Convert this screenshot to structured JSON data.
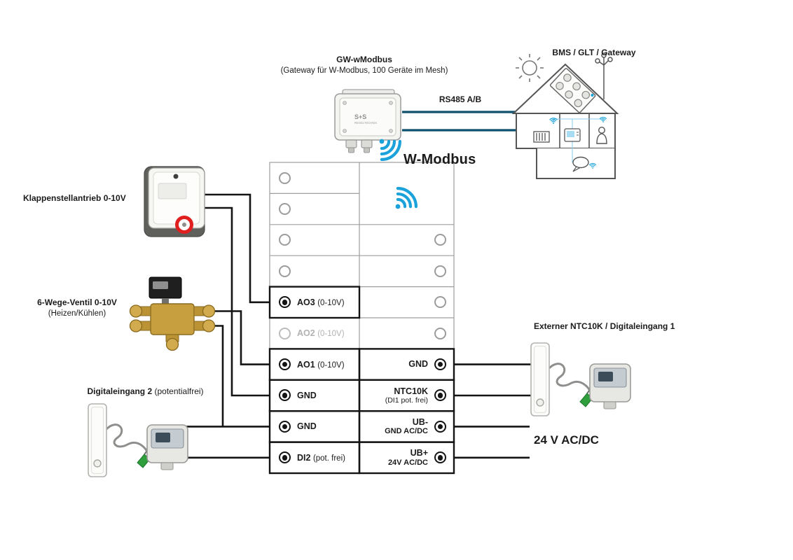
{
  "header": {
    "gateway_name": "GW-wModbus",
    "gateway_subtitle": "(Gateway für W-Modbus, 100 Geräte im Mesh)",
    "rs485_label": "RS485 A/B",
    "bms_label": "BMS / GLT / Gateway",
    "wmodbus_label": "W-Modbus"
  },
  "left_devices": {
    "damper_label": "Klappenstellantrieb 0-10V",
    "valve_label": "6-Wege-Ventil 0-10V",
    "valve_sublabel": "(Heizen/Kühlen)",
    "di2_label_bold": "Digitaleingang 2",
    "di2_label_normal": "(potentialfrei)"
  },
  "right_devices": {
    "ntc_label": "Externer NTC10K / Digitaleingang 1",
    "power_label": "24 V AC/DC"
  },
  "terminal_block": {
    "left_rows": [
      {
        "name": "",
        "sub": "",
        "state": "empty"
      },
      {
        "name": "",
        "sub": "",
        "state": "empty"
      },
      {
        "name": "",
        "sub": "",
        "state": "empty"
      },
      {
        "name": "",
        "sub": "",
        "state": "empty"
      },
      {
        "name": "AO3",
        "sub": "(0-10V)",
        "state": "connected"
      },
      {
        "name": "AO2",
        "sub": "(0-10V)",
        "state": "unused"
      },
      {
        "name": "AO1",
        "sub": "(0-10V)",
        "state": "connected"
      },
      {
        "name": "GND",
        "sub": "",
        "state": "connected"
      },
      {
        "name": "GND",
        "sub": "",
        "state": "connected"
      },
      {
        "name": "DI2",
        "sub": "(pot. frei)",
        "state": "connected"
      }
    ],
    "right_rows": [
      {
        "name": "",
        "sub": "",
        "state": "wifi-area"
      },
      {
        "name": "",
        "sub": "",
        "state": "wifi-area"
      },
      {
        "name": "",
        "sub": "",
        "state": "empty"
      },
      {
        "name": "",
        "sub": "",
        "state": "empty"
      },
      {
        "name": "",
        "sub": "",
        "state": "empty"
      },
      {
        "name": "",
        "sub": "",
        "state": "empty"
      },
      {
        "name": "GND",
        "sub": "",
        "state": "connected"
      },
      {
        "name": "NTC10K",
        "sub": "(DI1 pot. frei)",
        "state": "connected"
      },
      {
        "name": "UB-",
        "sub": "GND AC/DC",
        "state": "connected"
      },
      {
        "name": "UB+",
        "sub": "24V AC/DC",
        "state": "connected"
      }
    ]
  },
  "icons": {
    "wifi": "wifi-icon",
    "sun": "sun-icon",
    "solar_panel": "solar-panel-icon",
    "wind_vane": "wind-vane-icon"
  },
  "colors": {
    "wire": "#141414",
    "rs485_line": "#0d4f6e",
    "wifi_blue": "#1ba2da",
    "inactive_gray": "#b2b2b2",
    "red_ring": "#e01f1f",
    "brass": "#c79f3f",
    "connector_green": "#2f9e3c"
  }
}
